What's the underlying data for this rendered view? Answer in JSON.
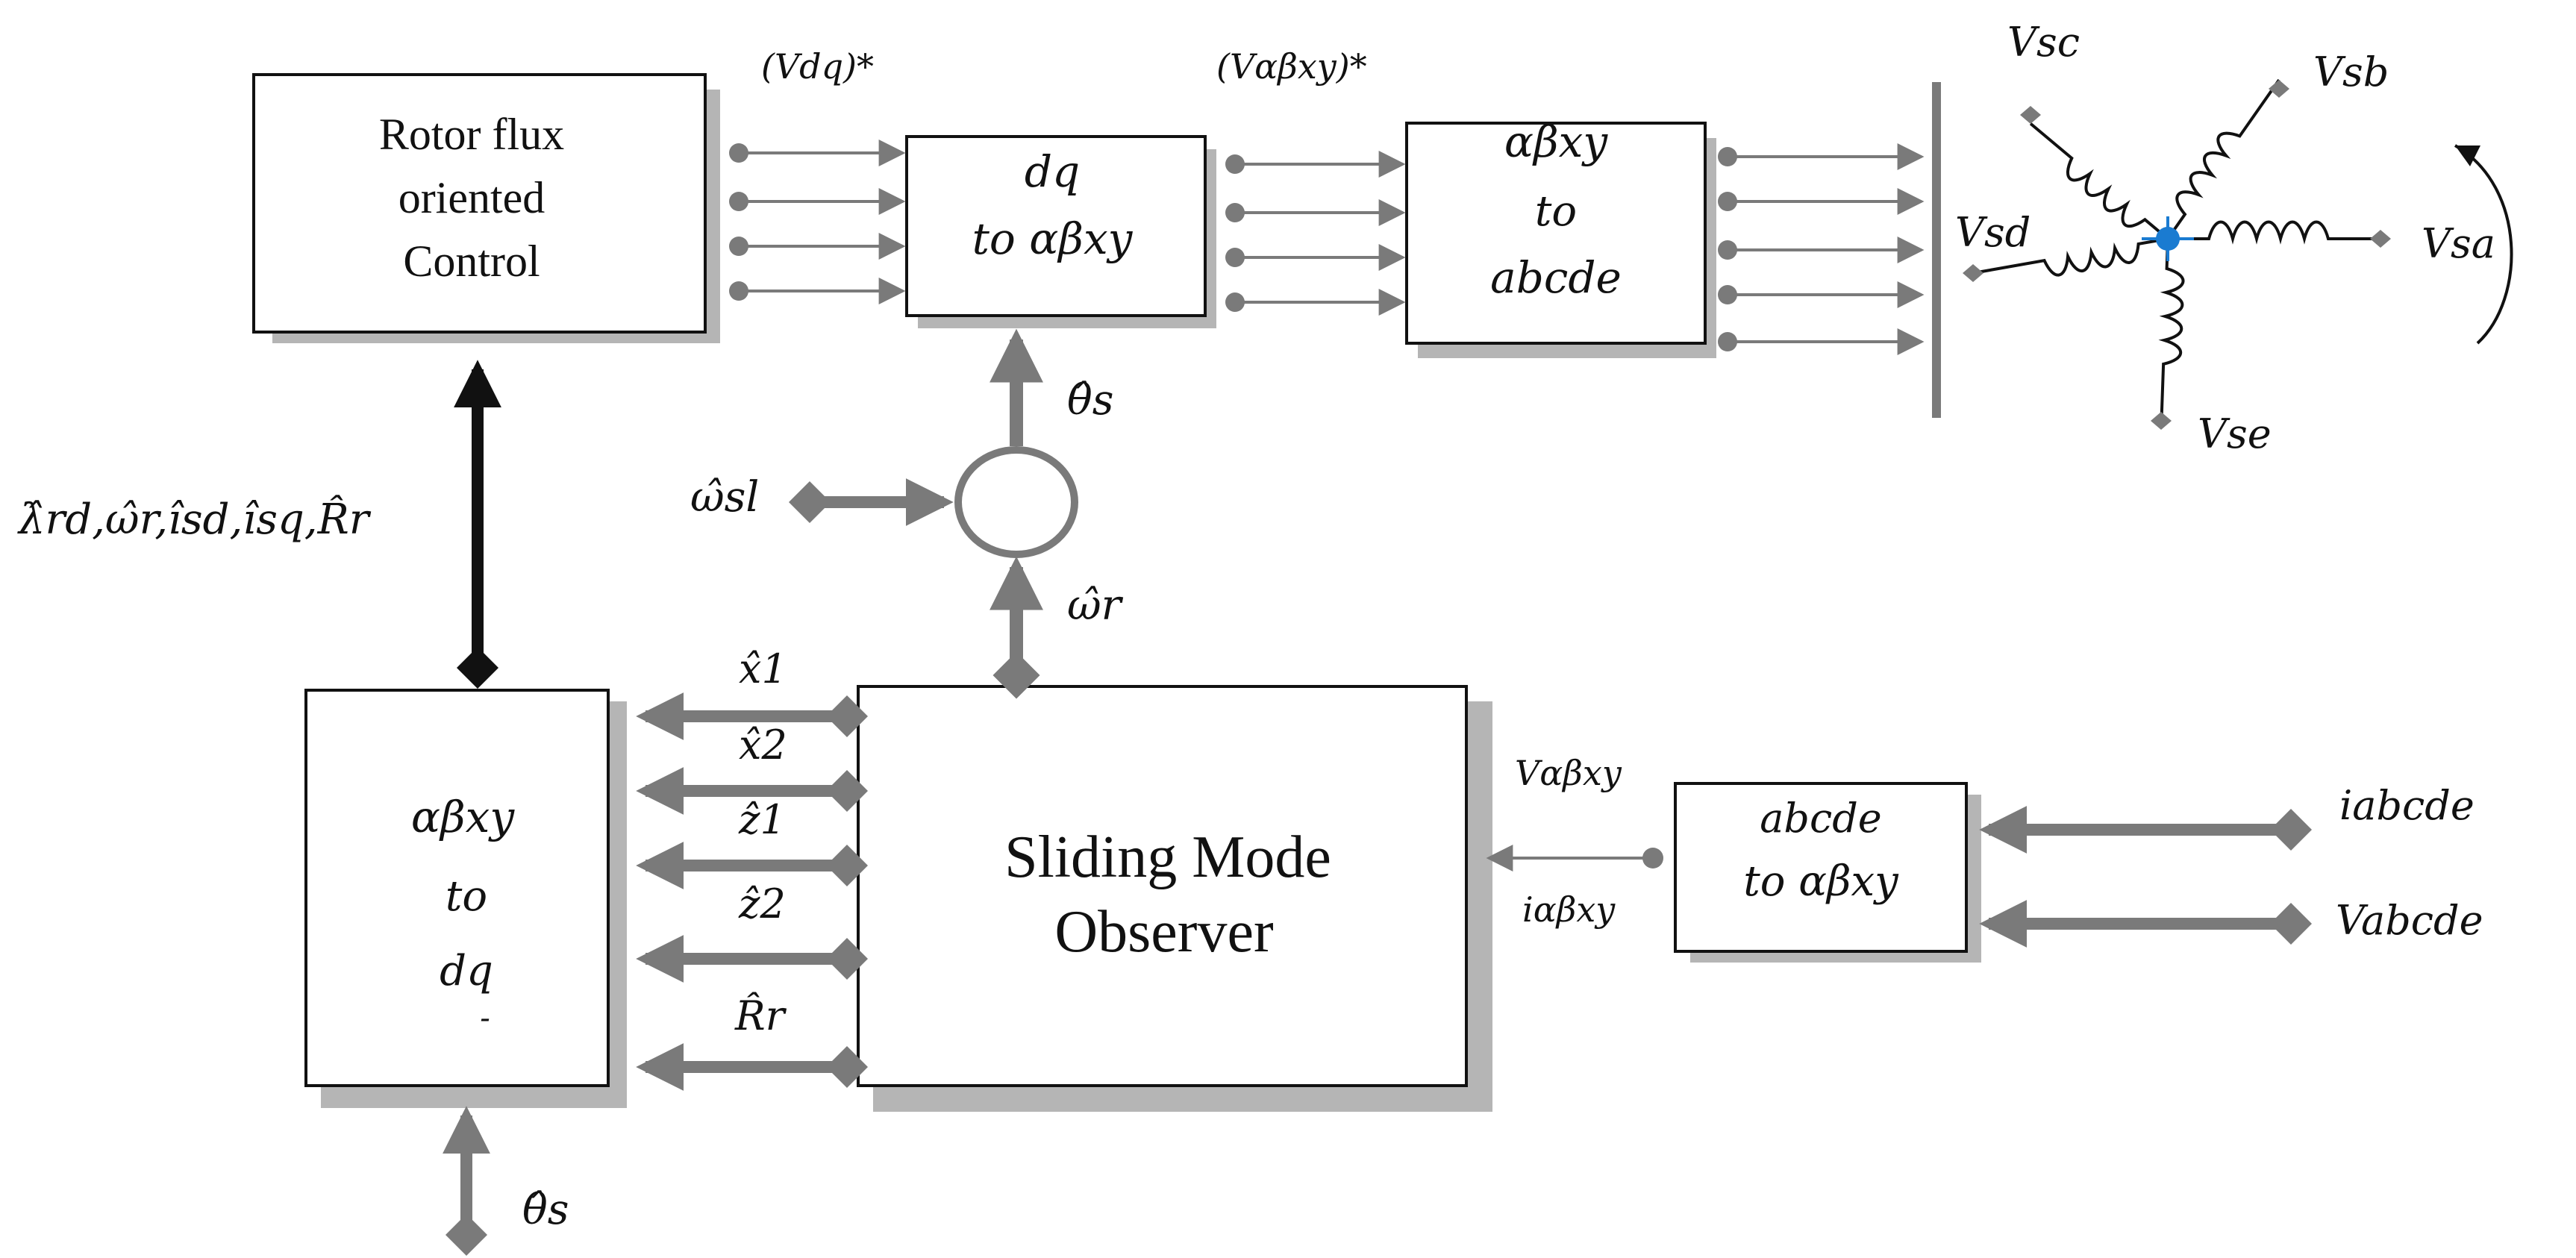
{
  "blocks": {
    "rfoc": {
      "line1": "Rotor flux",
      "line2": "oriented",
      "line3": "Control"
    },
    "dq_to_abxy": {
      "line1": "dq",
      "line2": "to αβxy"
    },
    "abxy_to_abcde": {
      "line1": "αβxy",
      "line2": "to",
      "line3": "abcde"
    },
    "abxy_to_dq": {
      "line1": "αβxy",
      "line2": "to",
      "line3": "dq",
      "line4": "-"
    },
    "smo": {
      "line1": "Sliding  Mode",
      "line2": "Observer"
    },
    "abcde_to_abxy": {
      "line1": "abcde",
      "line2": "to αβxy"
    }
  },
  "signals": {
    "vdq_ref": "(Vdq)*",
    "vabxy_ref": "(Vαβxy)*",
    "theta_s_top": "θ̂s",
    "omega_sl": "ω̂sl",
    "omega_r": "ω̂r",
    "feedback_bundle": "λ̂rd,ω̂r,îsd,îsq,R̂r",
    "x1": "x̂1",
    "x2": "x̂2",
    "z1": "ẑ1",
    "z2": "ẑ2",
    "rr": "R̂r",
    "theta_s_bottom": "θ̂s",
    "v_abxy": "Vαβxy",
    "i_abxy": "iαβxy",
    "i_abcde": "iabcde",
    "v_abcde": "Vabcde"
  },
  "motor": {
    "vsa": "Vsa",
    "vsb": "Vsb",
    "vsc": "Vsc",
    "vsd": "Vsd",
    "vse": "Vse"
  },
  "colors": {
    "arrow_gray": "#7a7a7a",
    "line_black": "#111111",
    "shadow": "#b5b5b5",
    "neutral_blue": "#1a7bd1"
  }
}
